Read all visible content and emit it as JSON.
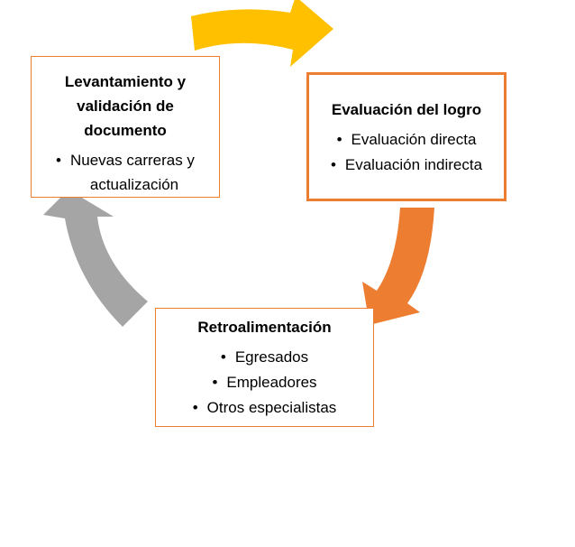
{
  "boxes": {
    "levantamiento": {
      "title_line1": "Levantamiento y",
      "title_line2": "validación de",
      "title_line3": "documento",
      "items": [
        "Nuevas carreras y",
        "actualización"
      ]
    },
    "evaluacion": {
      "title": "Evaluación del logro",
      "items": [
        "Evaluación directa",
        "Evaluación indirecta"
      ]
    },
    "retroalimentacion": {
      "title": "Retroalimentación",
      "items": [
        "Egresados",
        "Empleadores",
        "Otros especialistas"
      ]
    }
  },
  "colors": {
    "box_border": "#ed7d31",
    "arrow_top": "#ffc000",
    "arrow_right": "#ed7d31",
    "arrow_left": "#a5a5a5"
  }
}
